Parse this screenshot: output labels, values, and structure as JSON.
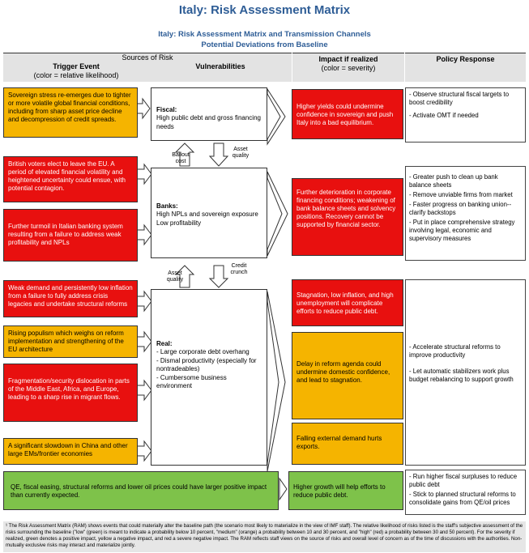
{
  "title": "Italy: Risk Assessment Matrix",
  "subtitle": "Italy: Risk Assessment Matrix and Transmission Channels",
  "subtitle2": "Potential Deviations from Baseline",
  "header": {
    "sources": "Sources of Risk",
    "trigger": "Trigger Event",
    "trigger_note": "(color = relative likelihood)",
    "vulnerabilities": "Vulnerabilities",
    "impact": "Impact if realized",
    "impact_note": "(color = severity)",
    "policy": "Policy Response"
  },
  "triggers": [
    {
      "text": "Sovereign stress re-emerges due to tighter or more volatile global financial conditions, including from sharp asset price decline and decompression of credit spreads.",
      "color": "orange"
    },
    {
      "text": "British voters elect to leave the EU. A period of elevated financial volatility and heightened uncertainty could ensue, with potential contagion.",
      "color": "red"
    },
    {
      "text": "Further turmoil in Italian banking system resulting from a failure to address weak profitability and NPLs",
      "color": "red"
    },
    {
      "text": "Weak demand and persistently low inflation from a failure to fully address crisis legacies and undertake structural reforms",
      "color": "red"
    },
    {
      "text": "Rising populism which weighs on reform implementation and strengthening of the EU architecture",
      "color": "orange"
    },
    {
      "text": "Fragmentation/security dislocation in parts of the Middle East, Africa, and Europe, leading to a sharp rise in migrant flows.",
      "color": "red"
    },
    {
      "text": "A significant slowdown in China and other large EMs/frontier economies",
      "color": "orange"
    },
    {
      "text": "QE, fiscal easing, structural reforms and lower oil prices  could have larger positive impact than currently expected.",
      "color": "green"
    }
  ],
  "vulnerabilities": {
    "fiscal": {
      "label": "Fiscal:",
      "text": "High public debt and gross financing needs"
    },
    "banks": {
      "label": "Banks:",
      "lines": [
        "High NPLs and sovereign exposure",
        "Low profitability"
      ]
    },
    "real": {
      "label": "Real:",
      "lines": [
        "- Large corporate debt overhang",
        "- Dismal productivity (especially for nontradeables)",
        "- Cumbersome business environment"
      ]
    }
  },
  "channels": {
    "bailout": "Bailout cost",
    "asset_quality_1": "Asset quality",
    "asset_quality_2": "Asset quality",
    "credit_crunch": "Credit crunch"
  },
  "impacts": [
    {
      "text": "Higher  yields could undermine confidence in sovereign and push Italy into a bad equilibrium.",
      "color": "red"
    },
    {
      "text": "Further deterioration in corporate financing conditions; weakening of bank balance sheets and solvency positions. Recovery cannot be supported by financial sector.",
      "color": "red"
    },
    {
      "text": "Stagnation, low inflation, and high unemployment will complicate efforts to reduce public debt.",
      "color": "red"
    },
    {
      "text": "Delay in reform agenda could undermine domestic confidence, and lead to stagnation.",
      "color": "orange"
    },
    {
      "text": "Falling external demand hurts exports.",
      "color": "orange"
    },
    {
      "text": "Higher growth will help efforts to reduce public debt.",
      "color": "green"
    }
  ],
  "policies": [
    [
      "- Observe structural fiscal targets to boost credibility",
      "- Activate OMT if needed"
    ],
    [
      "- Greater push to clean up bank balance sheets",
      "- Remove unviable firms from market",
      "- Faster progress on banking union--clarify backstops",
      "- Put in place comprehensive strategy involving legal, economic and supervisory measures"
    ],
    [
      "- Accelerate structural reforms to improve productivity",
      "- Let automatic stabilizers work plus budget rebalancing to support growth"
    ],
    [
      "- Run higher fiscal surpluses to reduce public debt",
      "- Stick to planned structural reforms to consolidate gains from QE/oil prices"
    ]
  ],
  "footnote": "¹ The Risk Assessment Matrix (RAM) shows events that could materially alter the baseline path (the scenario most likely to materialize in the view of IMF staff). The relative likelihood of risks listed is the staff's subjective assessment of the risks surrounding the baseline (\"low\" (green) is meant to indicate a probability below 10 percent, \"medium\" (orange) a probability between 10 and 30 percent, and \"high\" (red) a probability between 30 and 50 percent). For the severity if realized, green denotes a positive impact, yellow a negative impact, and red a severe negative impact. The RAM reflects staff views on the source of risks and overall level of concern as of the time of discussions with the authorities. Non-mutually exclusive risks may interact and materialize jointly.",
  "colors": {
    "red": "#e8100f",
    "orange": "#f5b400",
    "green": "#7ec24a",
    "title": "#2e5d96"
  }
}
